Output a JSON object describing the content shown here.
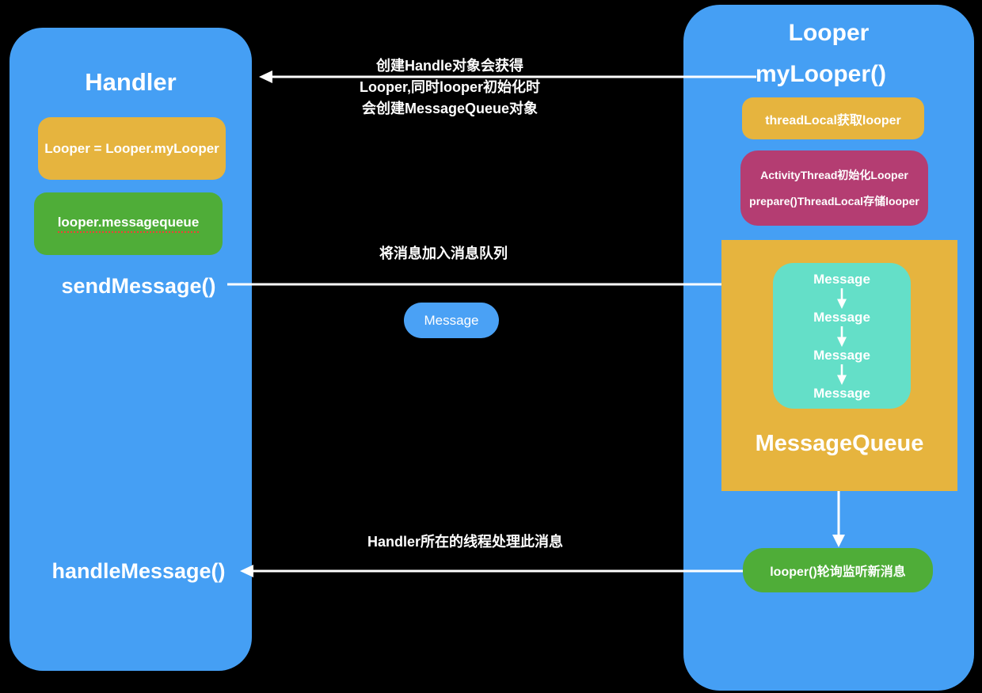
{
  "colors": {
    "background": "#000000",
    "panel_blue": "#459FF4",
    "amber": "#E6B43E",
    "green": "#4FAD38",
    "magenta": "#B43D72",
    "teal": "#64DFC8",
    "pill_blue": "#4AA1F5",
    "arrow_white": "#FFFFFF",
    "misspell_red": "#EF4136"
  },
  "handler_panel": {
    "title": "Handler",
    "looper_assign_box": "Looper = Looper.myLooper",
    "queue_ref_box": "looper.messagequeue",
    "send_message_label": "sendMessage()",
    "handle_message_label": "handleMessage()"
  },
  "looper_panel": {
    "title": "Looper",
    "mylooper_label": "myLooper()",
    "threadlocal_box": "threadLocal获取looper",
    "activity_box_line1": "ActivityThread初始化Looper",
    "activity_box_line2": "prepare()ThreadLocal存储looper",
    "message_queue": {
      "label": "MessageQueue",
      "messages": [
        "Message",
        "Message",
        "Message",
        "Message"
      ]
    },
    "poll_box": "looper()轮询监听新消息"
  },
  "annotations": {
    "create_line1": "创建Handle对象会获得",
    "create_line2": "Looper,同时looper初始化时",
    "create_line3": "会创建MessageQueue对象",
    "enqueue": "将消息加入消息队列",
    "message_pill": "Message",
    "handle": "Handler所在的线程处理此消息"
  }
}
